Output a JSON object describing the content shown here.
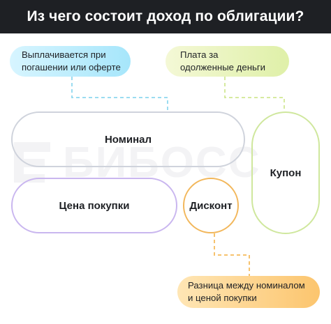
{
  "title": "Из чего состоит доход по облигации?",
  "watermark": "БИБОСС",
  "boxes": {
    "nominal": "Номинал",
    "purchase_price": "Цена покупки",
    "discount": "Дисконт",
    "coupon": "Купон"
  },
  "notes": {
    "repayment": {
      "line1": "Выплачивается при",
      "line2": "погашении или оферте"
    },
    "coupon_fee": {
      "line1": "Плата за",
      "line2": "одолженные деньги"
    },
    "difference": {
      "line1": "Разница между номиналом",
      "line2": "и ценой покупки"
    }
  },
  "colors": {
    "header_bg": "#1e2024",
    "nominal_border": "#cfd3dc",
    "price_border": "#c9b6ef",
    "discount_border": "#f2b75b",
    "coupon_border": "#cfe79d",
    "repayment_bubble": "#a6e6fb",
    "coupon_bubble": "#dff0a8",
    "difference_bubble": "#fcc56e"
  }
}
